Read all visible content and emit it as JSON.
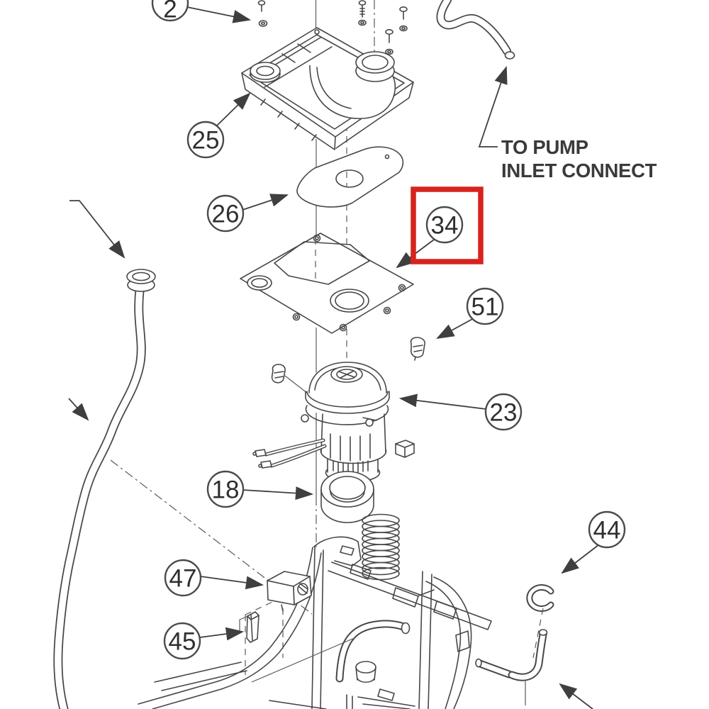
{
  "diagram": {
    "kind": "exploded-parts-diagram",
    "background": "#ffffff"
  },
  "colors": {
    "background": "#ffffff",
    "line": "#474747",
    "label": "#2f2f2f",
    "highlight": "#d7231d"
  },
  "annotation": {
    "line1": "TO PUMP",
    "line2": "INLET CONNECT"
  },
  "callouts": [
    {
      "label": "2",
      "highlighted": false
    },
    {
      "label": "25",
      "highlighted": false
    },
    {
      "label": "26",
      "highlighted": false
    },
    {
      "label": "34",
      "highlighted": true
    },
    {
      "label": "51",
      "highlighted": false
    },
    {
      "label": "23",
      "highlighted": false
    },
    {
      "label": "18",
      "highlighted": false
    },
    {
      "label": "47",
      "highlighted": false
    },
    {
      "label": "45",
      "highlighted": false
    },
    {
      "label": "44",
      "highlighted": false
    }
  ]
}
